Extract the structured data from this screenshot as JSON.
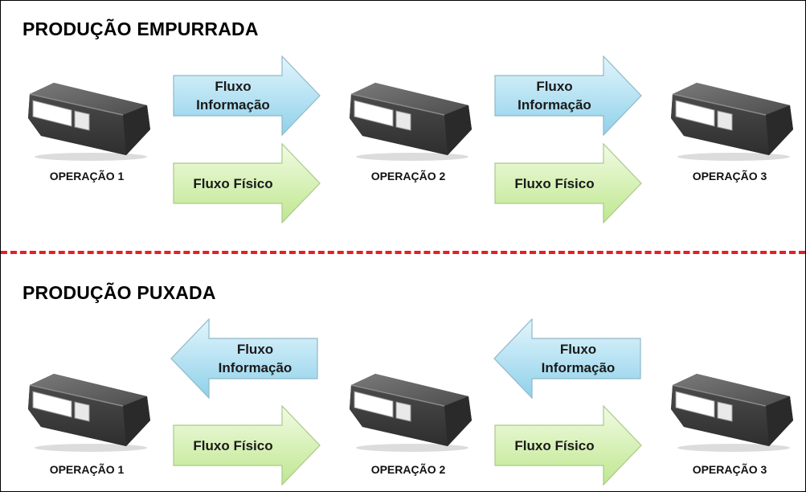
{
  "push": {
    "title": "PRODUÇÃO EMPURRADA",
    "operations": [
      "OPERAÇÃO 1",
      "OPERAÇÃO 2",
      "OPERAÇÃO 3"
    ],
    "info_flow": [
      "Fluxo",
      "Informação"
    ],
    "physical_flow": "Fluxo Físico",
    "info_flow_direction": "right",
    "physical_flow_direction": "right"
  },
  "pull": {
    "title": "PRODUÇÃO PUXADA",
    "operations": [
      "OPERAÇÃO 1",
      "OPERAÇÃO 2",
      "OPERAÇÃO 3"
    ],
    "info_flow": [
      "Fluxo",
      "Informação"
    ],
    "physical_flow": "Fluxo Físico",
    "info_flow_direction": "left",
    "physical_flow_direction": "right"
  },
  "colors": {
    "info_flow_fill": "#a9def0",
    "physical_flow_fill": "#d4f2a8",
    "divider": "#e41f26",
    "machine_body": "#4a4a4a"
  }
}
